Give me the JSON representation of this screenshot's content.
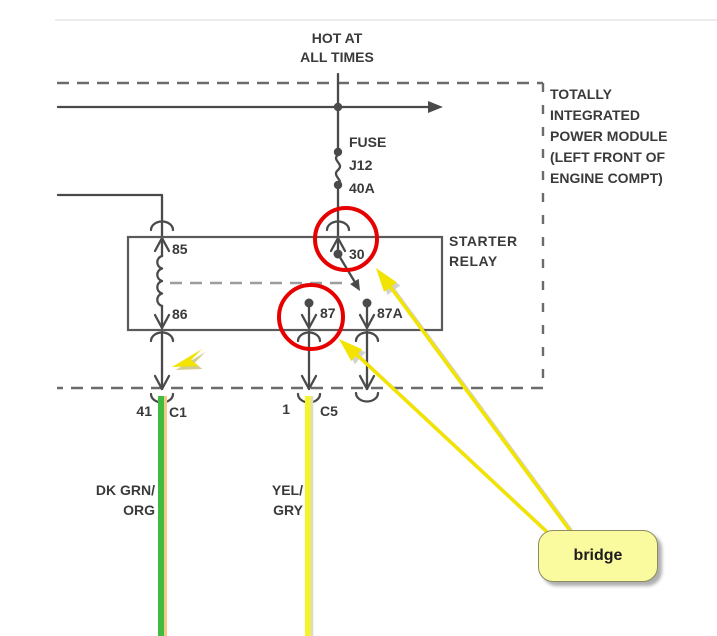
{
  "diagram": {
    "power_source": {
      "line1": "HOT AT",
      "line2": "ALL TIMES"
    },
    "fuse": {
      "name": "FUSE",
      "id": "J12",
      "rating": "40A"
    },
    "module": {
      "lines": [
        "TOTALLY",
        "INTEGRATED",
        "POWER MODULE",
        "(LEFT FRONT OF",
        "ENGINE COMPT)"
      ]
    },
    "relay": {
      "name_line1": "STARTER",
      "name_line2": "RELAY",
      "terminals": {
        "t85": "85",
        "t86": "86",
        "t30": "30",
        "t87": "87",
        "t87a": "87A"
      }
    },
    "connector_c1": {
      "pin": "41",
      "label": "C1"
    },
    "connector_c5": {
      "pin": "1",
      "label": "C5"
    },
    "wire_left": {
      "line1": "DK GRN/",
      "line2": "ORG"
    },
    "wire_right": {
      "line1": "YEL/",
      "line2": "GRY"
    }
  },
  "annotations": {
    "bridge_label": "bridge"
  },
  "colors": {
    "text": "#3a3a3a",
    "line_dark": "#4a4a4a",
    "box_grey": "#5a5a5a",
    "dash_grey": "#6b6b6b",
    "link_dash_grey": "#9c9c9c",
    "highlight_red": "#e60000",
    "annotation_yellow": "#f2e400",
    "annotation_shadow": "#ababab",
    "bridge_fill": "#fafa9e",
    "bridge_border": "#8c8c62",
    "wire_green": "#3fbb3f",
    "wire_orange": "#f5c885",
    "wire_yellow": "#f4f42c",
    "wire_grey": "#dcdcc6"
  }
}
